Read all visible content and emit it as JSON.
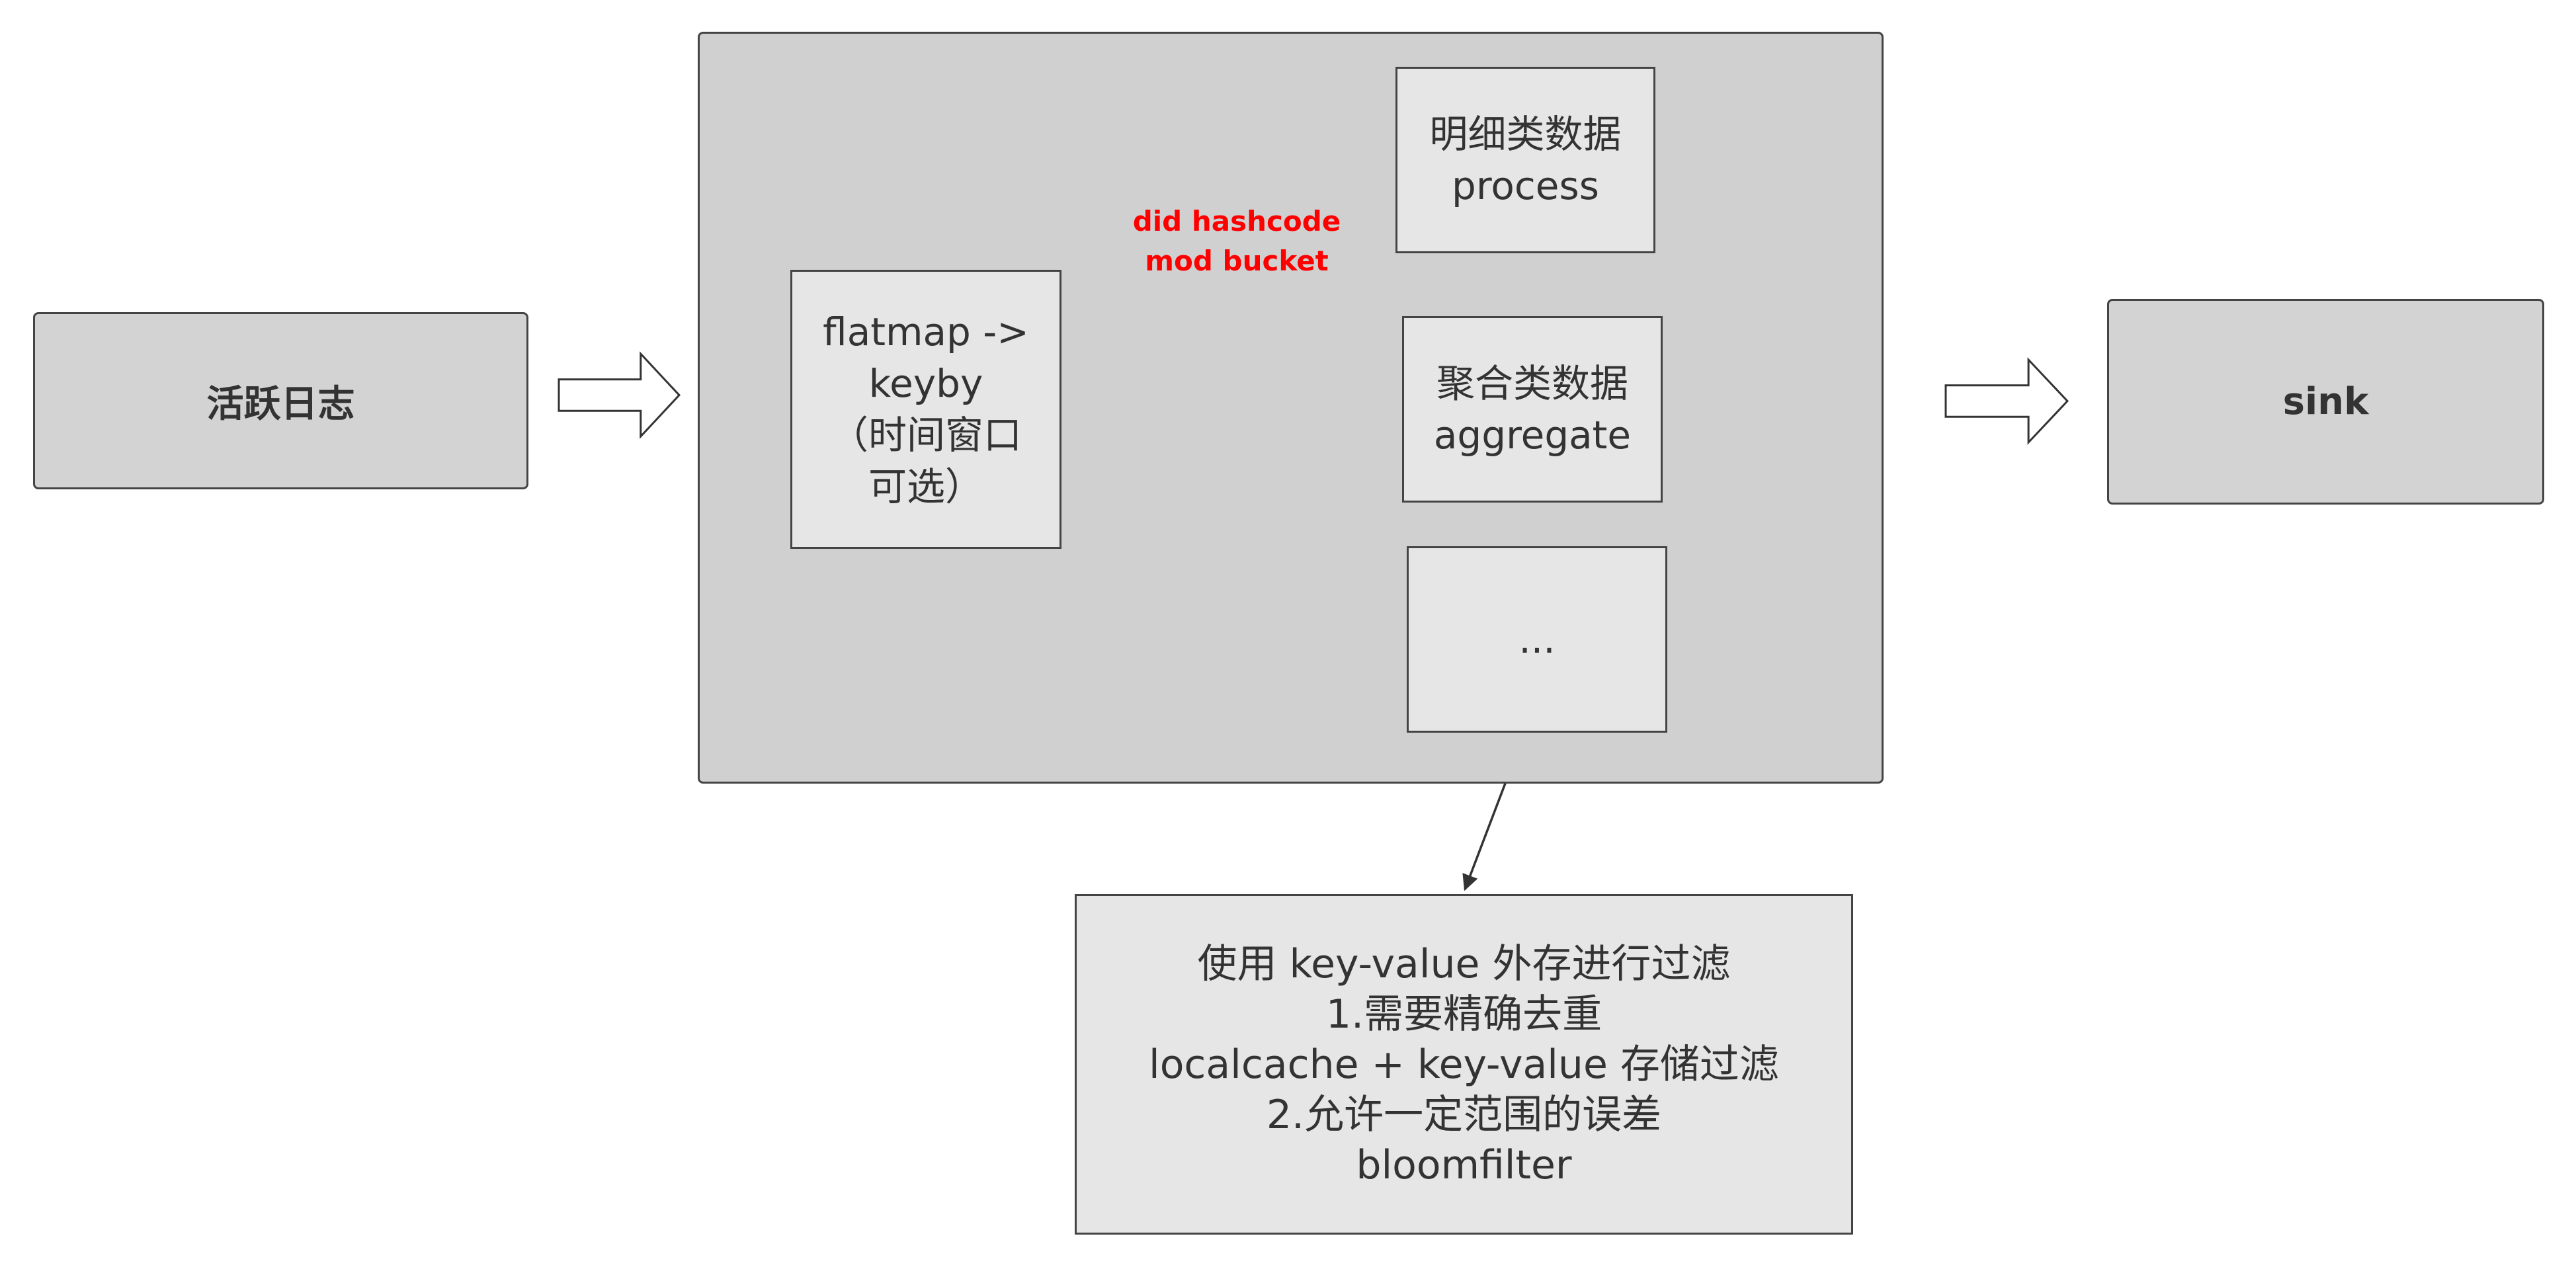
{
  "nodes": {
    "source": "活跃日志",
    "keyby": [
      "flatmap ->",
      "keyby",
      "（时间窗口",
      "可选）"
    ],
    "detail": [
      "明细类数据",
      "process"
    ],
    "aggregate": [
      "聚合类数据",
      "aggregate"
    ],
    "other": "...",
    "sink": "sink",
    "dedup": [
      "使用 key-value 外存进行过滤",
      "1.需要精确去重",
      "localcache + key-value 存储过滤",
      "2.允许一定范围的误差",
      "bloomfilter"
    ]
  },
  "edge_label": [
    "did hashcode",
    "mod bucket"
  ],
  "colors": {
    "frame": "#d0d0d0",
    "box_light": "#e6e6e6",
    "box_source": "#d3d3d3",
    "stroke": "#333333",
    "edge_label": "#ff0000"
  }
}
